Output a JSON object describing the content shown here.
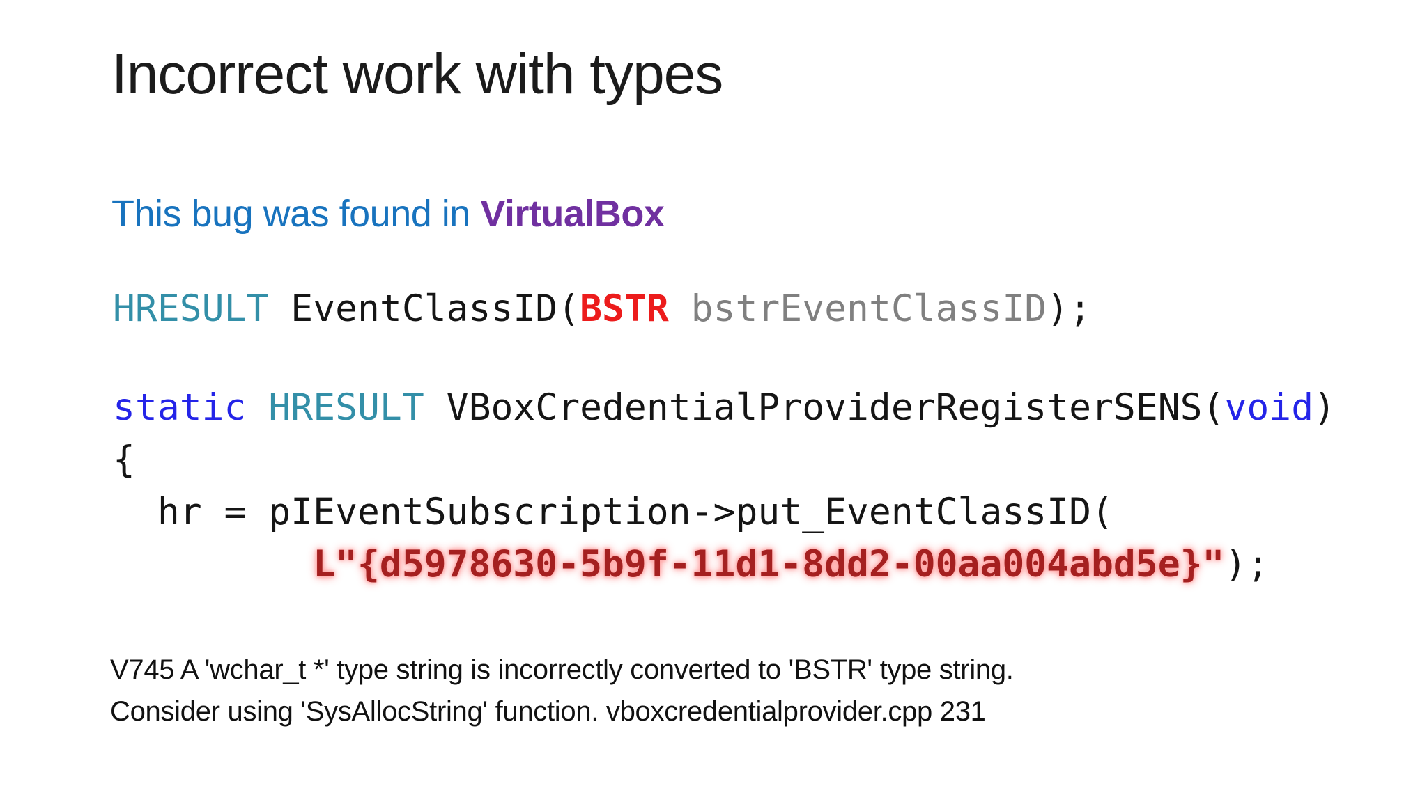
{
  "slide": {
    "title": "Incorrect work with types",
    "subtitle": {
      "prefix": "This bug was found in ",
      "product": "VirtualBox"
    },
    "code_declaration": {
      "tokens": [
        {
          "t": "HRESULT",
          "c": "type"
        },
        {
          "t": " EventClassID(",
          "c": "plain"
        },
        {
          "t": "BSTR",
          "c": "err"
        },
        {
          "t": " ",
          "c": "plain"
        },
        {
          "t": "bstrEventClassID",
          "c": "gray"
        },
        {
          "t": ");",
          "c": "plain"
        }
      ]
    },
    "code_snippet": {
      "lines": [
        {
          "tokens": [
            {
              "t": "static",
              "c": "kw"
            },
            {
              "t": " ",
              "c": "plain"
            },
            {
              "t": "HRESULT",
              "c": "type"
            },
            {
              "t": " VBoxCredentialProviderRegisterSENS(",
              "c": "plain"
            },
            {
              "t": "void",
              "c": "kw"
            },
            {
              "t": ")",
              "c": "plain"
            }
          ]
        },
        {
          "tokens": [
            {
              "t": "{",
              "c": "plain"
            }
          ]
        },
        {
          "tokens": [
            {
              "t": "  hr = pIEventSubscription->put_EventClassID(",
              "c": "plain"
            }
          ]
        },
        {
          "tokens": [
            {
              "t": "         ",
              "c": "plain"
            },
            {
              "t": "L\"{d5978630-5b9f-11d1-8dd2-00aa004abd5e}\"",
              "c": "glow"
            },
            {
              "t": ");",
              "c": "plain"
            }
          ]
        }
      ]
    },
    "analyzer_message": {
      "line1": "V745 A 'wchar_t *' type string is incorrectly converted to 'BSTR' type string.",
      "line2": "Consider using 'SysAllocString' function. vboxcredentialprovider.cpp 231"
    },
    "colors": {
      "background": "#ffffff",
      "title_text": "#1b1b1b",
      "subtitle_blue": "#1873be",
      "product_purple": "#7030a0",
      "code_text": "#151515",
      "keyword_type_teal": "#338fa8",
      "keyword_blue": "#2424e8",
      "error_type_red": "#ec1c1c",
      "parameter_gray": "#808080",
      "string_glow_red": "#a52020"
    }
  }
}
